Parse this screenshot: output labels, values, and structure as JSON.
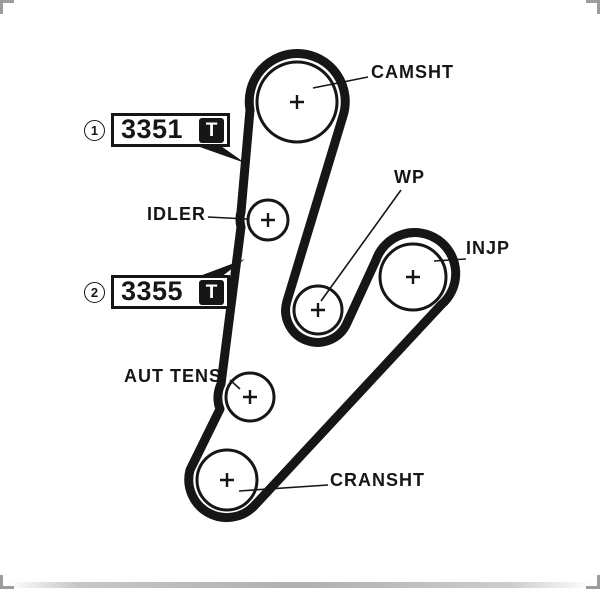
{
  "diagram": {
    "type": "timing-belt-routing",
    "background": "#ffffff",
    "line_color": "#161616",
    "pulleys": [
      {
        "id": "camsht",
        "label": "CAMSHT",
        "center_mark": "plus"
      },
      {
        "id": "idler",
        "label": "IDLER",
        "center_mark": "plus"
      },
      {
        "id": "wp",
        "label": "WP",
        "center_mark": "plus"
      },
      {
        "id": "injp",
        "label": "INJP",
        "center_mark": "plus"
      },
      {
        "id": "aut_tens",
        "label": "AUT TENS",
        "center_mark": "plus"
      },
      {
        "id": "cransht",
        "label": "CRANSHT",
        "center_mark": "plus"
      }
    ],
    "parts": [
      {
        "index": "1",
        "number": "3351",
        "brand_mark": "T"
      },
      {
        "index": "2",
        "number": "3355",
        "brand_mark": "T"
      }
    ]
  }
}
